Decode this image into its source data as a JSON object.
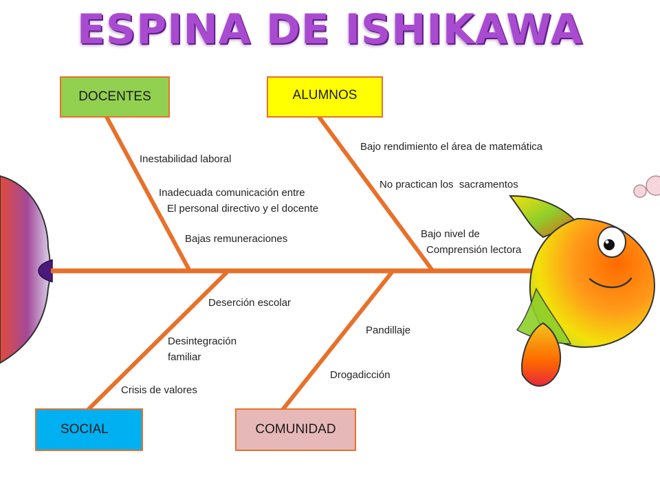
{
  "title": "ESPINA DE ISHIKAWA",
  "categories": {
    "docentes": {
      "label": "DOCENTES",
      "color": "#92d050"
    },
    "alumnos": {
      "label": "ALUMNOS",
      "color": "#ffff00"
    },
    "social": {
      "label": "SOCIAL",
      "color": "#00b0f0"
    },
    "comunidad": {
      "label": "COMUNIDAD",
      "color": "#e6b8b7"
    }
  },
  "causes": {
    "docentes": [
      "Inestabilidad laboral",
      "Inadecuada comunicación entre",
      "El personal directivo y el docente",
      "Bajas remuneraciones"
    ],
    "alumnos": [
      "Bajo rendimiento el área de matemática",
      "No practican los  sacramentos",
      "Bajo nivel de",
      "Comprensión lectora"
    ],
    "social": [
      "Deserción escolar",
      "Desintegración",
      "familiar",
      "Crisis de valores"
    ],
    "comunidad": [
      "Pandillaje",
      "Drogadicción"
    ]
  },
  "colors": {
    "bone": "#e8702a",
    "title": "#a94bd0"
  }
}
